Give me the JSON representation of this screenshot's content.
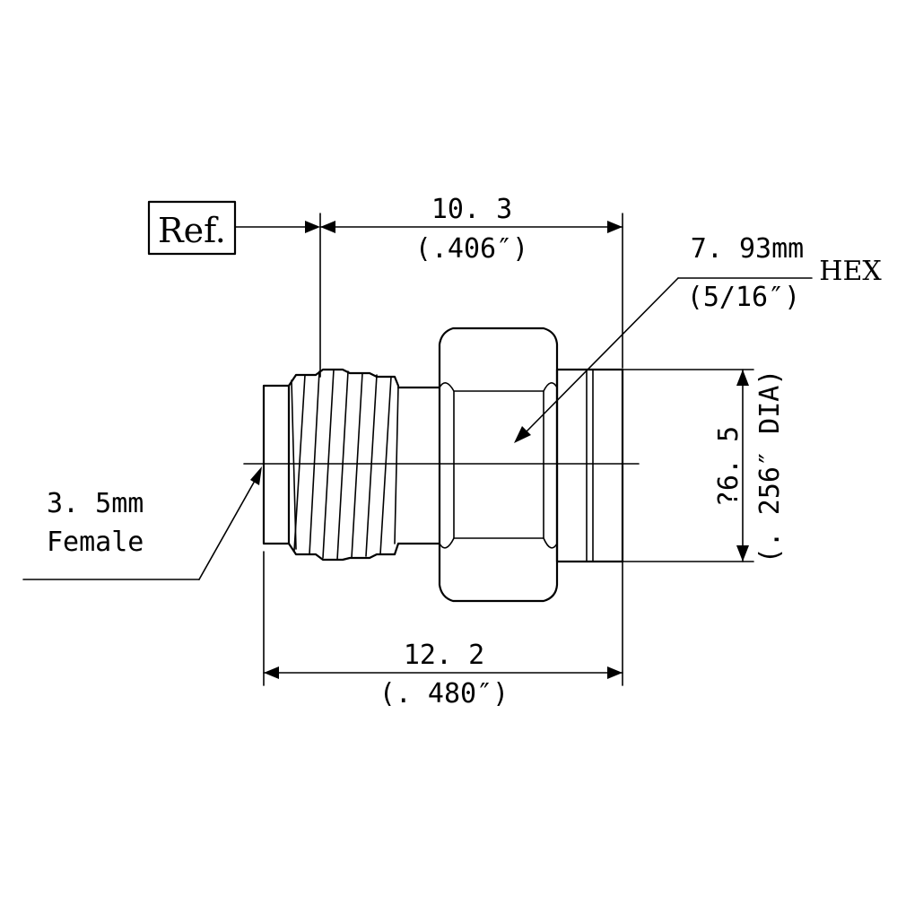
{
  "labels": {
    "ref": "Ref.",
    "dim_top_mm": "10. 3",
    "dim_top_in": "(.406″)",
    "hex_mm": "7. 93mm",
    "hex_word": "HEX",
    "hex_in": "(5/16″)",
    "dia_mm": "?6. 5",
    "dia_in": "(. 256″ DIA)",
    "connector_size": "3. 5mm",
    "connector_gender": "Female",
    "dim_bottom_mm": "12. 2",
    "dim_bottom_in": "(. 480″)"
  }
}
